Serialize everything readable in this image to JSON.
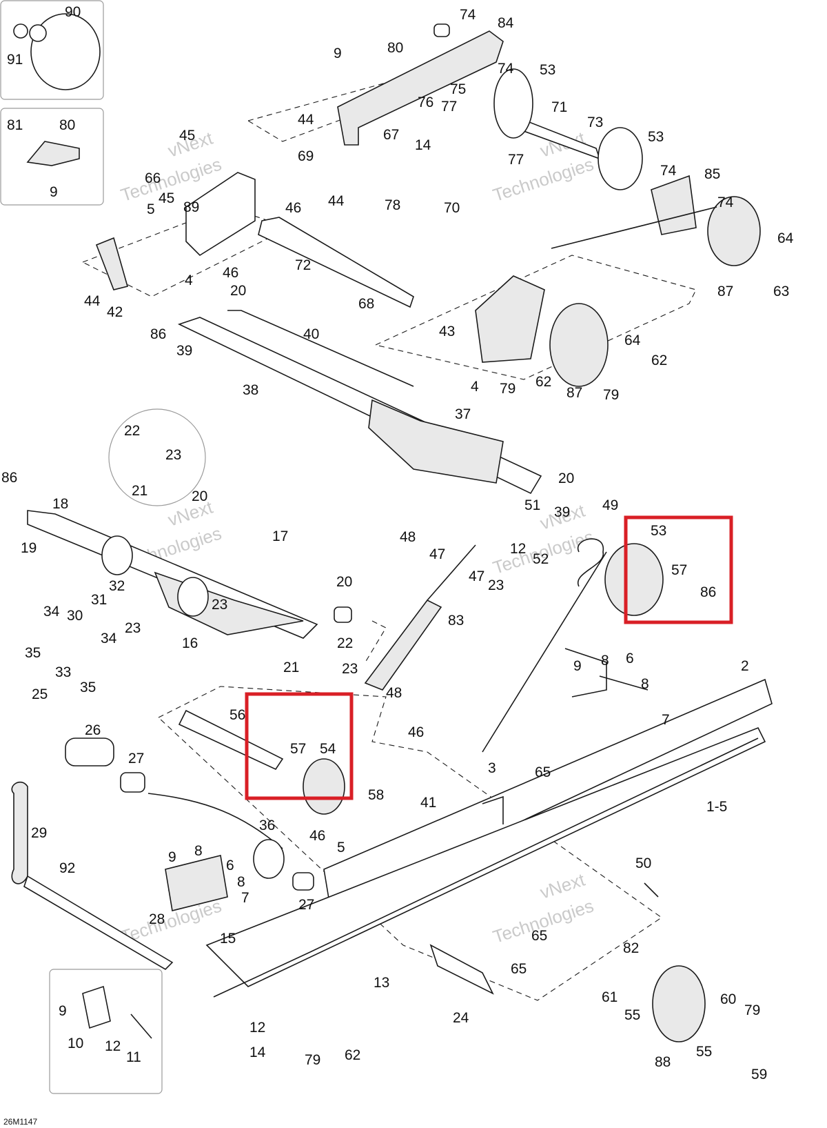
{
  "diagram": {
    "reference_code": "26M1147",
    "watermark": {
      "line1": "vNext",
      "line2": "Technologies",
      "combined": "vNext Technologies"
    },
    "highlight_color": "#d91f26",
    "labels": [
      "90",
      "91",
      "81",
      "80",
      "9",
      "74",
      "84",
      "80",
      "9",
      "74",
      "53",
      "75",
      "76",
      "77",
      "44",
      "71",
      "73",
      "67",
      "14",
      "53",
      "45",
      "69",
      "77",
      "66",
      "44",
      "78",
      "70",
      "74",
      "85",
      "45",
      "89",
      "46",
      "74",
      "64",
      "5",
      "72",
      "87",
      "63",
      "44",
      "42",
      "46",
      "68",
      "4",
      "20",
      "86",
      "39",
      "40",
      "43",
      "64",
      "62",
      "38",
      "79",
      "62",
      "87",
      "79",
      "4",
      "37",
      "22",
      "23",
      "21",
      "86",
      "20",
      "18",
      "19",
      "20",
      "17",
      "51",
      "49",
      "48",
      "39",
      "47",
      "12",
      "47",
      "52",
      "23",
      "20",
      "53",
      "57",
      "86",
      "34",
      "30",
      "31",
      "32",
      "23",
      "16",
      "23",
      "35",
      "33",
      "34",
      "35",
      "21",
      "22",
      "83",
      "25",
      "23",
      "48",
      "26",
      "56",
      "57",
      "54",
      "46",
      "27",
      "58",
      "41",
      "3",
      "65",
      "29",
      "36",
      "46",
      "9",
      "8",
      "6",
      "5",
      "92",
      "28",
      "8",
      "7",
      "15",
      "27",
      "50",
      "65",
      "82",
      "13",
      "9",
      "10",
      "12",
      "11",
      "61",
      "55",
      "24",
      "65",
      "60",
      "79",
      "14",
      "12",
      "62",
      "79",
      "88",
      "55",
      "59",
      "8",
      "6",
      "8",
      "7",
      "9",
      "2",
      "1-5"
    ],
    "highlight_boxes": [
      {
        "contains": [
          "53",
          "57",
          "86"
        ]
      },
      {
        "contains": [
          "57",
          "54"
        ]
      }
    ]
  }
}
